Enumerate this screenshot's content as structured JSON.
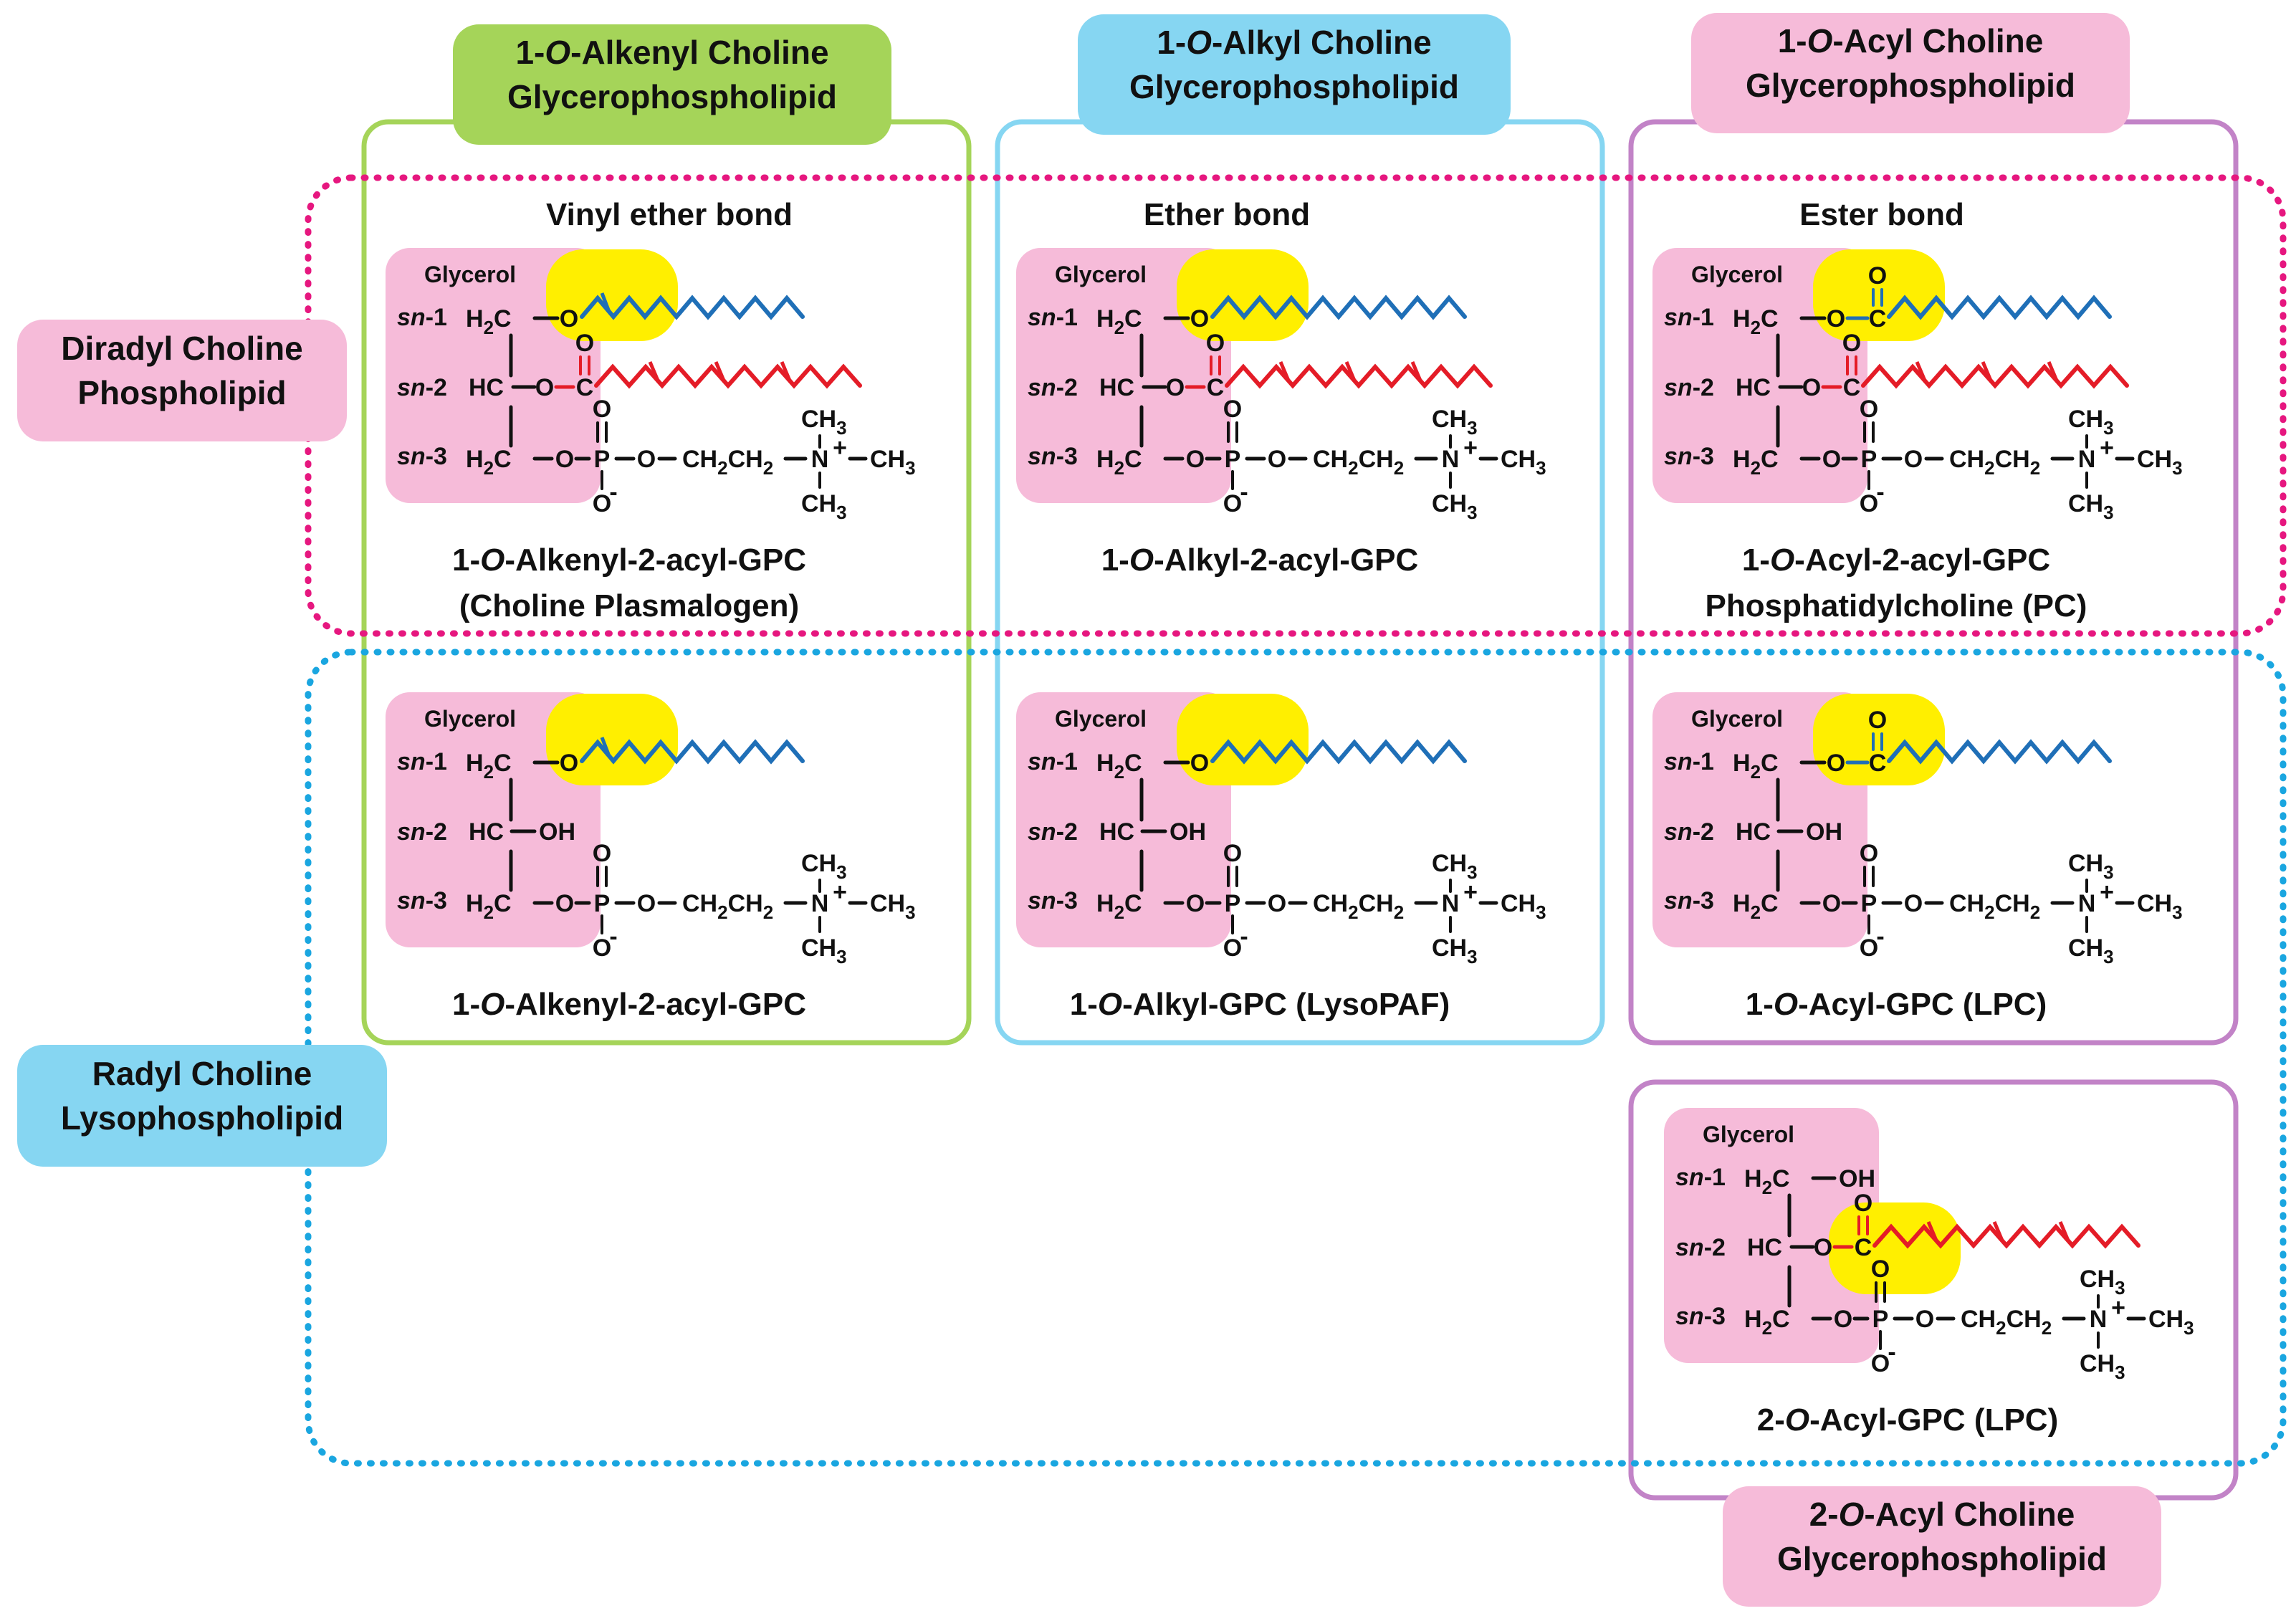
{
  "colors": {
    "diradyl": "#e6177f",
    "radyl": "#1aa6e0",
    "alkenyl": "#a5d459",
    "alkyl": "#86d6f2",
    "acyl": "#c283c7",
    "glycerol_fill": "#f6bbd9",
    "sn1_highlight": "#ffef00",
    "sn1_chain": "#1f6fb7",
    "sn2_chain": "#e41c27"
  },
  "group_labels": {
    "diradyl": "Diradyl Choline Phospholipid",
    "radyl": "Radyl Choline Lysophospholipid",
    "alkenyl": "1-O-Alkenyl Choline Glycerophospholipid",
    "alkyl": "1-O-Alkyl Choline Glycerophospholipid",
    "acyl": "1-O-Acyl Choline Glycerophospholipid",
    "acyl2": "2-O-Acyl Choline Glycerophospholipid"
  },
  "bond_labels": {
    "alkenyl": "Vinyl ether bond",
    "alkyl": "Ether bond",
    "acyl": "Ester bond"
  },
  "chem_text": {
    "glycerol": "Glycerol",
    "sn1": "sn-1",
    "sn2": "sn-2",
    "sn3": "sn-3",
    "methyl": "CH3",
    "linker": "CH2CH2",
    "hydroxyl": "OH"
  },
  "molecules": [
    {
      "id": "alkenyl-diradyl",
      "sn1_bond": "vinyl-ether",
      "sn2": "acyl",
      "name": "1-O-Alkenyl-2-acyl-GPC",
      "subname": "(Choline Plasmalogen)"
    },
    {
      "id": "alkyl-diradyl",
      "sn1_bond": "ether",
      "sn2": "acyl",
      "name": "1-O-Alkyl-2-acyl-GPC",
      "subname": ""
    },
    {
      "id": "acyl-diradyl",
      "sn1_bond": "ester",
      "sn2": "acyl",
      "name": "1-O-Acyl-2-acyl-GPC",
      "subname": "Phosphatidylcholine (PC)"
    },
    {
      "id": "alkenyl-lyso",
      "sn1_bond": "vinyl-ether",
      "sn2": "OH",
      "name": "1-O-Alkenyl-2-acyl-GPC",
      "subname": ""
    },
    {
      "id": "alkyl-lyso",
      "sn1_bond": "ether",
      "sn2": "OH",
      "name": "1-O-Alkyl-GPC (LysoPAF)",
      "subname": ""
    },
    {
      "id": "acyl-lyso",
      "sn1_bond": "ester",
      "sn2": "OH",
      "name": "1-O-Acyl-GPC (LPC)",
      "subname": ""
    },
    {
      "id": "acyl2-lyso",
      "sn1_bond": "OH",
      "sn2": "acyl",
      "name": "2-O-Acyl-GPC (LPC)",
      "subname": ""
    }
  ]
}
